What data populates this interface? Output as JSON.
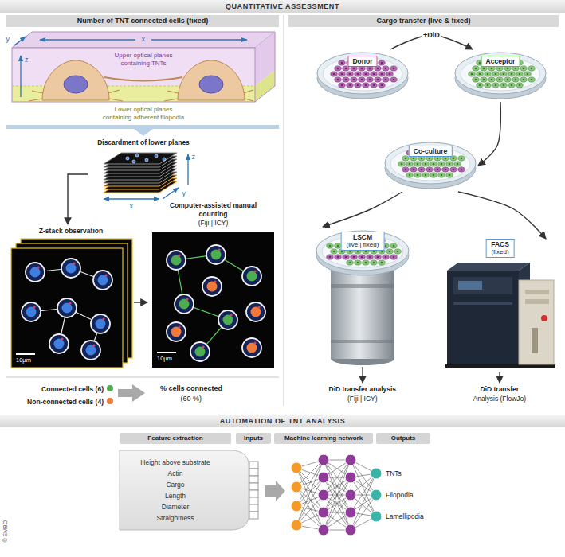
{
  "diagram": {
    "title": "QUANTITATIVE ASSESSMENT",
    "nodes": [
      {
        "text": [
          "Number of TNT-connected cells (fixed)"
        ]
      },
      {
        "text": [
          "Discardment of lower planes"
        ]
      },
      {
        "text": [
          "Z-stack observation",
          "10µm"
        ]
      },
      {
        "text": [
          "Computer-assisted manual counting",
          "(Fiji | ICY)",
          "10µm"
        ]
      },
      {
        "text": [
          "Cargo transfer (live & fixed)"
        ]
      },
      {
        "text": [
          "Donor"
        ]
      },
      {
        "text": [
          "Acceptor"
        ]
      },
      {
        "text": [
          "Co-culture"
        ]
      },
      {
        "text": [
          "LSCM",
          "(live | fixed)"
        ]
      },
      {
        "text": [
          "FACS",
          "(fixed)"
        ]
      },
      {
        "text": [
          "AUTOMATION OF TNT ANALYSIS"
        ]
      },
      {
        "text": [
          "Feature extraction"
        ]
      },
      {
        "text": [
          "Inputs"
        ]
      },
      {
        "text": [
          "Machine learning network"
        ]
      },
      {
        "text": [
          "Outputs"
        ]
      },
      {
        "text": [
          "Height above substrate",
          "Actin",
          "Cargo",
          "Length",
          "Diameter",
          "Straightness"
        ]
      }
    ],
    "edges": [
      {
        "from": 1,
        "to": 2,
        "arrow": "to"
      },
      {
        "from": 2,
        "to": 3,
        "arrow": "to"
      },
      {
        "from": 5,
        "to": 6,
        "label": "+DiD",
        "arrow": "to"
      },
      {
        "from": 6,
        "to": 7,
        "arrow": "to"
      },
      {
        "from": 7,
        "to": 8,
        "arrow": "to"
      },
      {
        "from": 7,
        "to": 9,
        "arrow": "to"
      }
    ],
    "labels": [
      "y",
      "z",
      "x",
      "Upper optical planes containing TNTs",
      "Lower optical planes containing adherent filopodia",
      "z",
      "x",
      "y",
      "% cells connected",
      "(60 %)",
      "DiD transfer analysis",
      "(Fiji | ICY)",
      "DiD transfer",
      "Analysis (FlowJo)",
      "TNTs",
      "Filopodia",
      "Lamellipodia",
      "© EMBO"
    ],
    "legend": [
      {
        "text": "Connected cells (6)",
        "color": "#4cae4f"
      },
      {
        "text": "Non-connected cells (4)",
        "color": "#f07a3c"
      }
    ]
  }
}
